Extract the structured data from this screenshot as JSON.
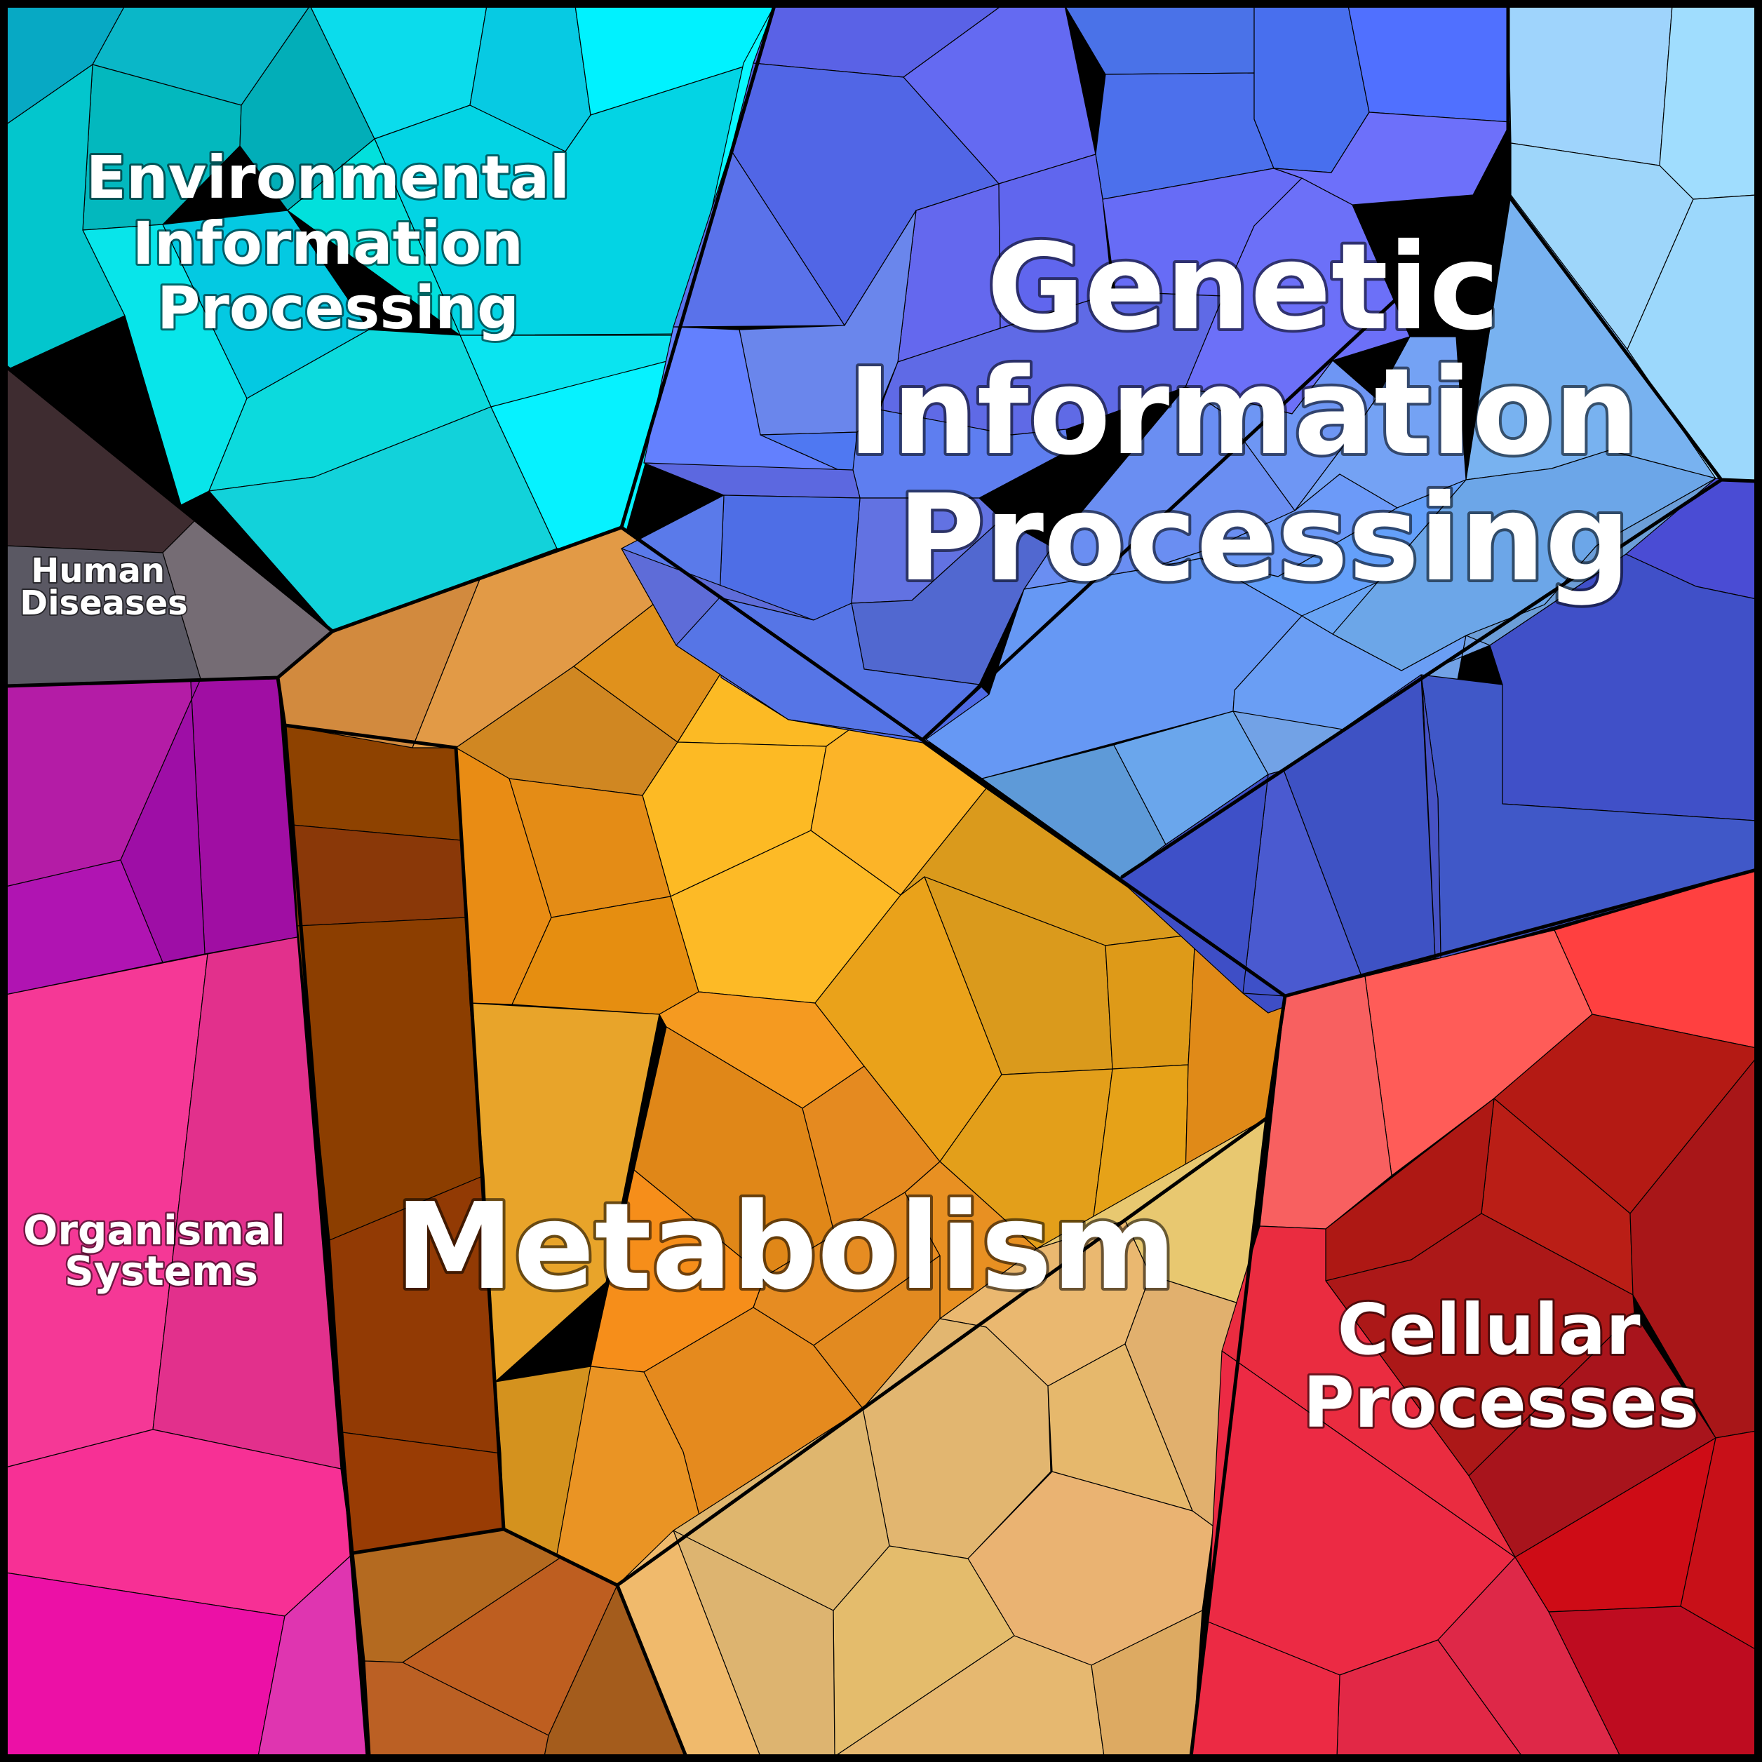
{
  "diagram": {
    "type": "voronoi-treemap",
    "categories": [
      {
        "key": "env",
        "label_lines": [
          "Environmental",
          "Information",
          "Processing"
        ],
        "color": "#0BD3E6"
      },
      {
        "key": "gen",
        "label_lines": [
          "Genetic",
          "Information",
          "Processing"
        ],
        "color": "#5A7BEA"
      },
      {
        "key": "hum",
        "label_lines": [
          "Human",
          "Diseases"
        ],
        "color": "#5A5560"
      },
      {
        "key": "org",
        "label_lines": [
          "Organismal",
          "Systems"
        ],
        "color": "#F23594"
      },
      {
        "key": "met",
        "label_lines": [
          "Metabolism"
        ],
        "color": "#F0A020"
      },
      {
        "key": "cell",
        "label_lines": [
          "Cellular",
          "Processes"
        ],
        "color": "#E02838"
      }
    ]
  }
}
